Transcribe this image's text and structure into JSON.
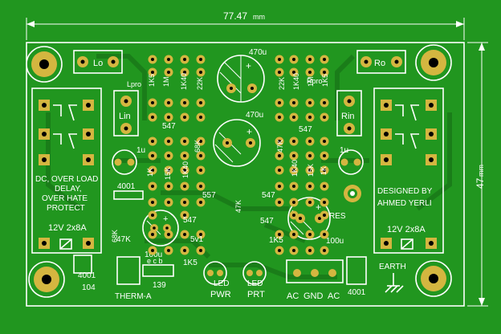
{
  "dimensions": {
    "width_label": "77.47",
    "width_unit": "mm",
    "height_label": "47",
    "height_unit": "mm"
  },
  "relay_left": {
    "text_lines": [
      "DC, OVER LOAD",
      "DELAY,",
      "OVER HATE",
      "PROTECT"
    ],
    "coil_label": "12V 2x8A"
  },
  "relay_right": {
    "text_lines": [
      "DESIGNED BY",
      "AHMED YERLI"
    ],
    "coil_label": "12V 2x8A"
  },
  "labels": {
    "lo": "Lo",
    "ro": "Ro",
    "lin": "Lin",
    "rin": "Rin",
    "lpro": "Lpro",
    "rpro": "Rpro",
    "cap_470u_a": "470u",
    "cap_470u_b": "470u",
    "cap_100u_a": "100u",
    "cap_100u_b": "100u",
    "res": "RES",
    "earth": "EARTH",
    "therm": "THERM-A",
    "pwr": "PWR",
    "prt": "PRT",
    "led_a": "LED",
    "led_b": "LED",
    "ac1": "AC",
    "gnd": "GND",
    "ac2": "AC",
    "d4001_a": "4001",
    "d4001_b": "4001",
    "d4001_c": "4001",
    "t104": "104",
    "t139": "139",
    "ebc": "e c b",
    "r1k5_a": "1K5",
    "r1k5_b": "1K5",
    "r1k5_c": "1K5",
    "r1k5_d": "1K5",
    "r68k_a": "68K",
    "r68k_b": "68K",
    "r47k_a": "47K",
    "r47k_b": "47K",
    "r47k_c": "47K",
    "r47k_d": "47K",
    "r15k_a": "15K",
    "r15k_b": "15K",
    "r1k_a": "1K",
    "r1k_b": "1K",
    "r1k_c": "1K",
    "r1m_a": "1M",
    "r1m_b": "1M",
    "r22k_a": "22K",
    "r22k_b": "22K",
    "r1k40_a": "1K40",
    "r1k40_b": "1K40",
    "t547_a": "547",
    "t547_b": "547",
    "t547_c": "547",
    "t547_d": "547",
    "t547_e": "547",
    "t557": "557",
    "c1u_a": "1u",
    "c1u_b": "1u",
    "z5v1": "5v1",
    "r1k5_e": "1K5"
  }
}
